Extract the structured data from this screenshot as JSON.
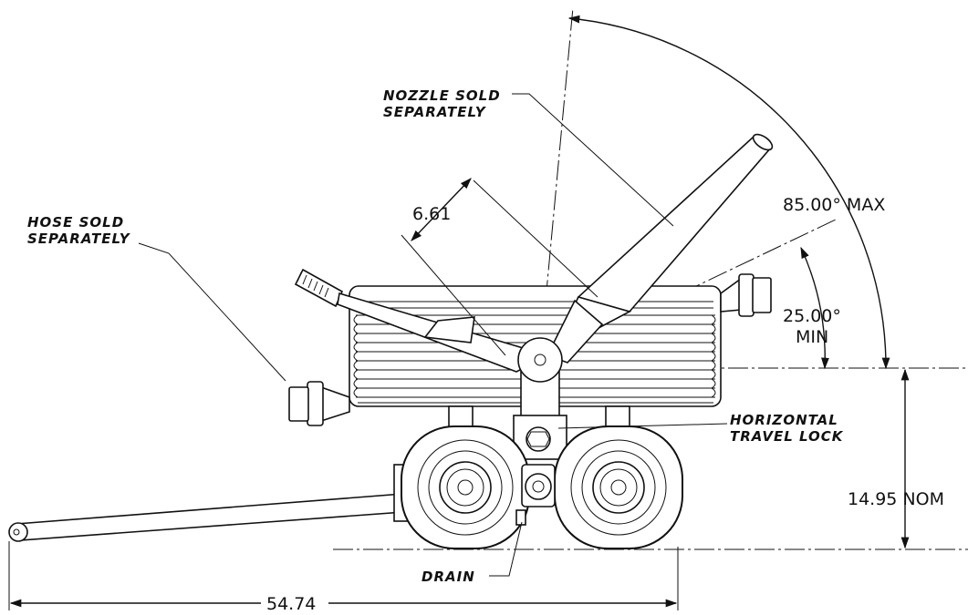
{
  "labels": {
    "nozzle_note_line1": "NOZZLE SOLD",
    "nozzle_note_line2": "SEPARATELY",
    "hose_note_line1": "HOSE SOLD",
    "hose_note_line2": "SEPARATELY",
    "lock_note_line1": "HORIZONTAL",
    "lock_note_line2": "TRAVEL LOCK",
    "drain_note": "DRAIN"
  },
  "dimensions": {
    "nozzle_offset": "6.61",
    "max_angle": "85.00° MAX",
    "min_angle_value": "25.00°",
    "min_angle_suffix": "MIN",
    "height": "14.95 NOM",
    "length": "54.74"
  }
}
